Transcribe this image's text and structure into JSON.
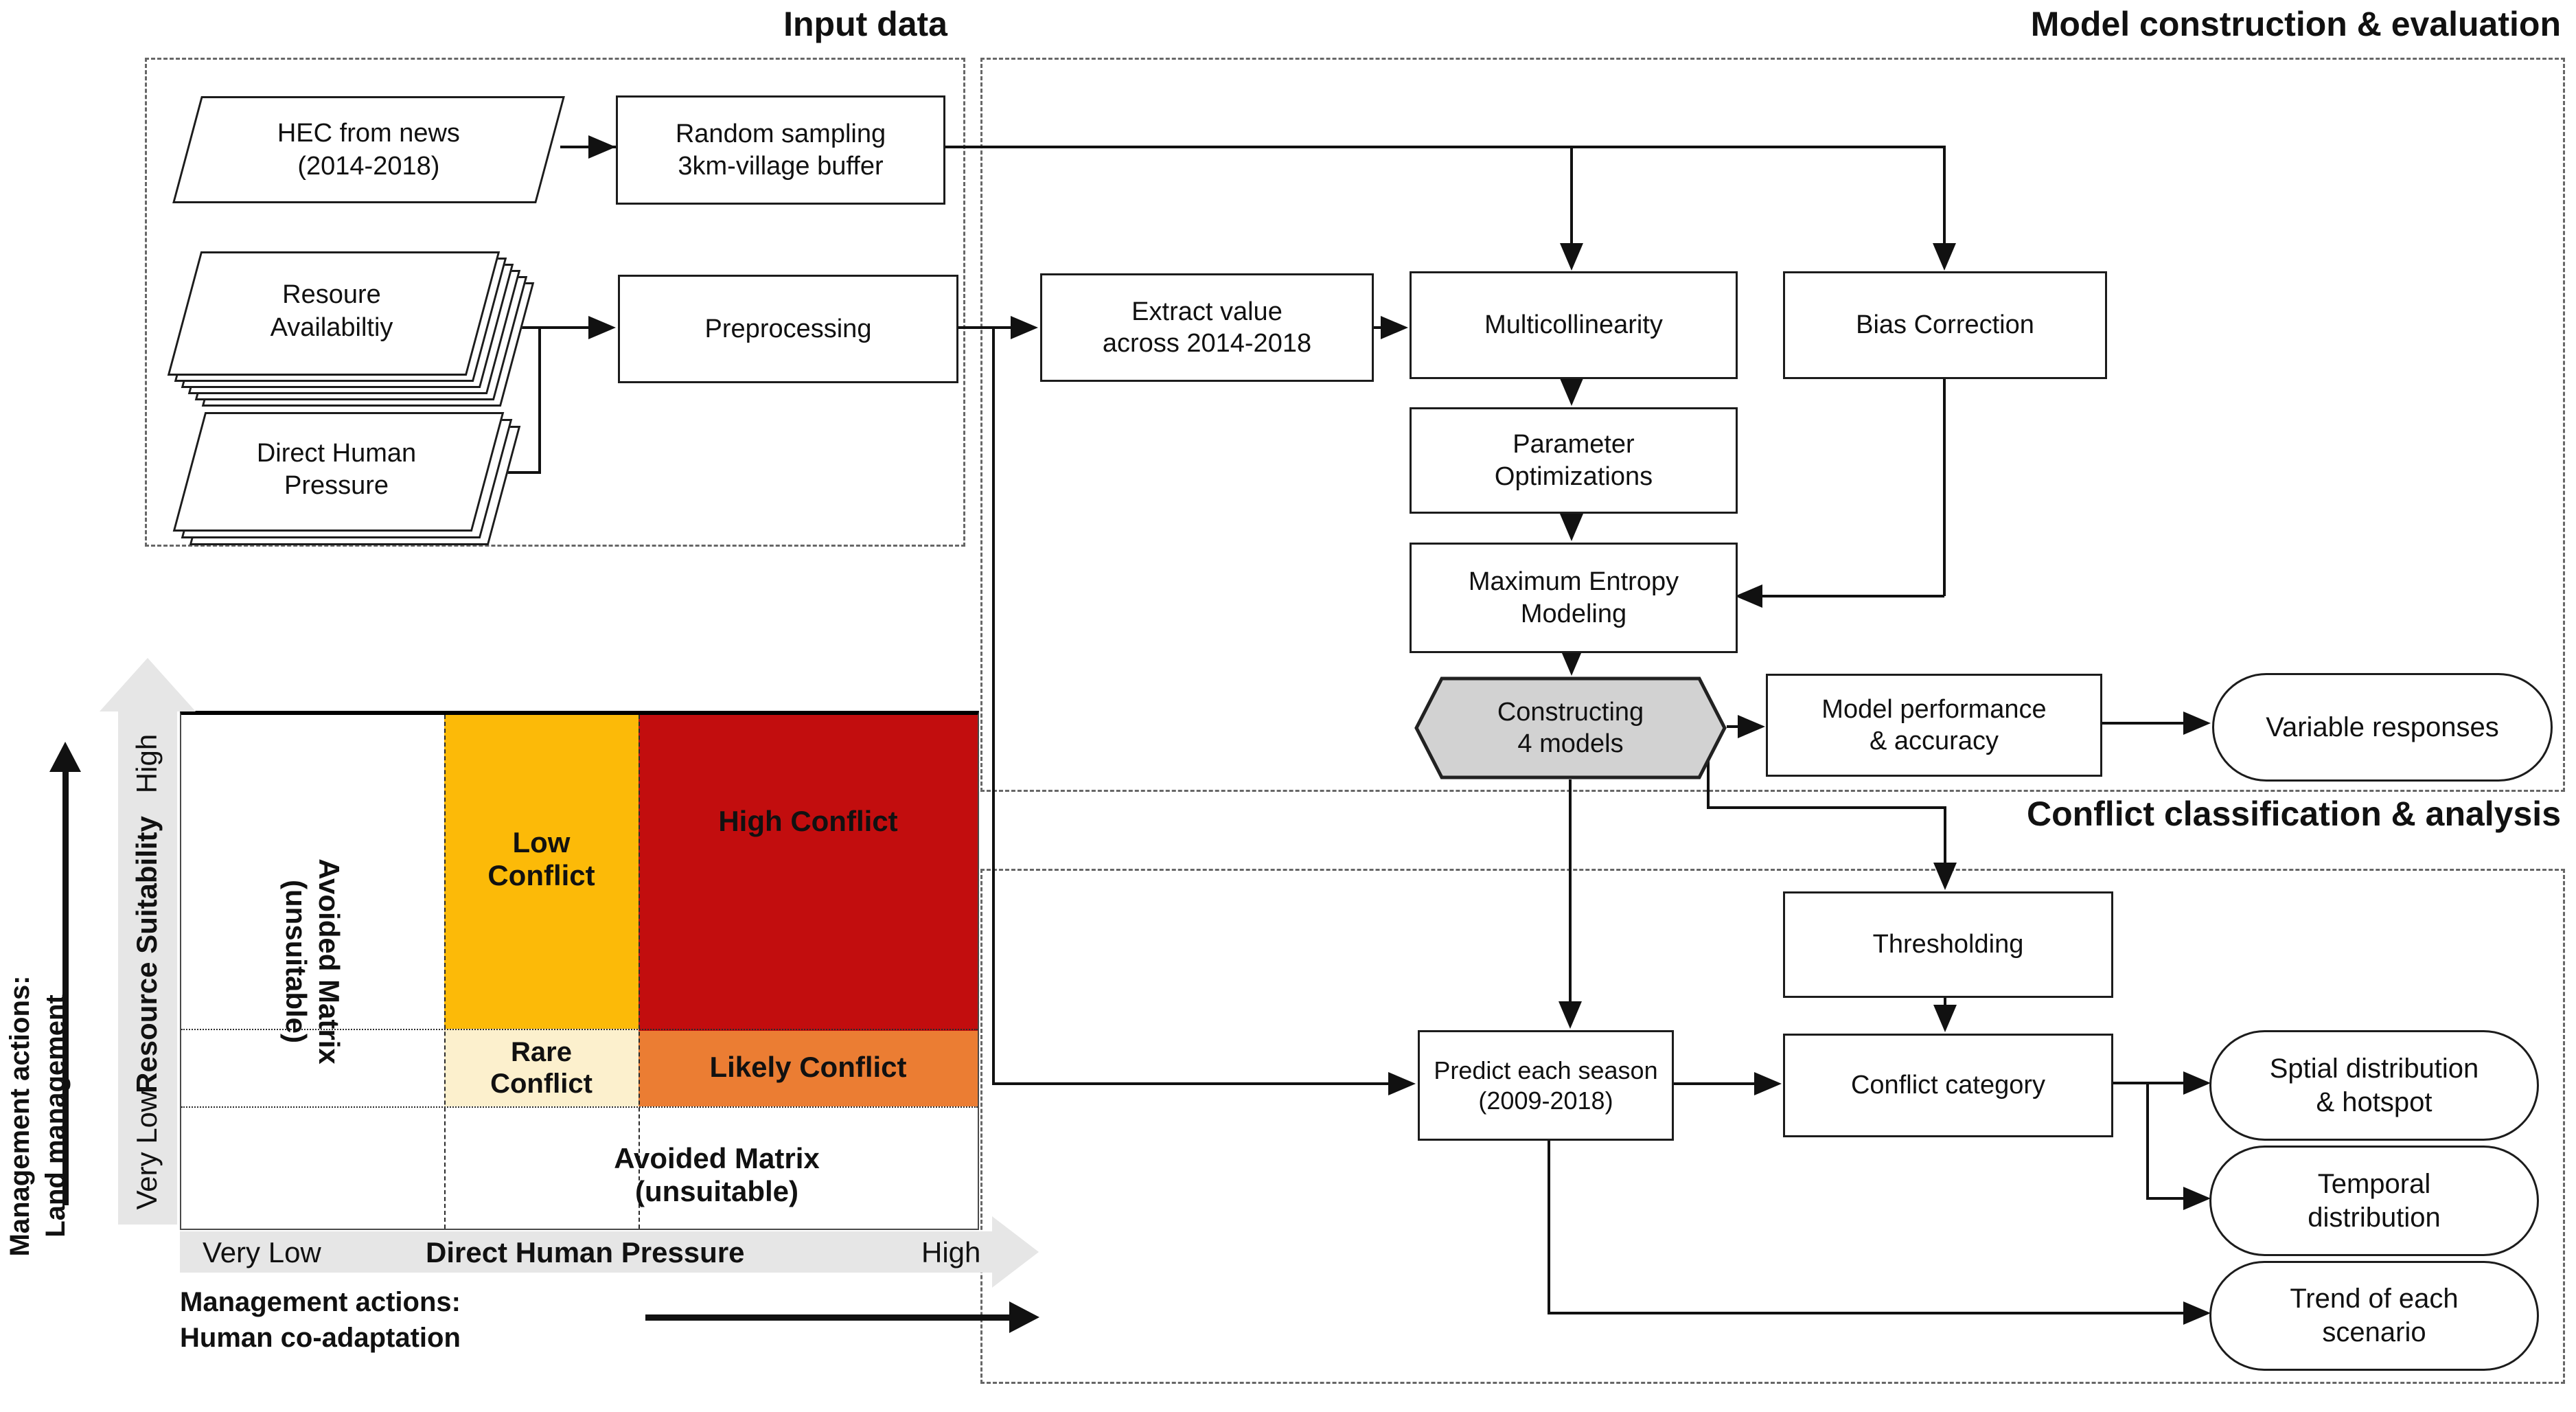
{
  "sections": {
    "input": {
      "label": "Input data"
    },
    "model": {
      "label": "Model construction & evaluation"
    },
    "conflict": {
      "label": "Conflict classification & analysis"
    }
  },
  "nodes": {
    "hec": {
      "line1": "HEC from news",
      "line2": "(2014-2018)"
    },
    "random_sampling": {
      "line1": "Random sampling",
      "line2": "3km-village buffer"
    },
    "resource": {
      "line1": "Resoure",
      "line2": "Availabiltiy"
    },
    "pressure": {
      "line1": "Direct Human",
      "line2": "Pressure"
    },
    "preprocessing": {
      "label": "Preprocessing"
    },
    "extract": {
      "line1": "Extract value",
      "line2": "across 2014-2018"
    },
    "multicollinearity": {
      "label": "Multicollinearity"
    },
    "bias": {
      "label": "Bias Correction"
    },
    "param": {
      "line1": "Parameter",
      "line2": "Optimizations"
    },
    "maxent": {
      "line1": "Maximum Entropy",
      "line2": "Modeling"
    },
    "constructing": {
      "line1": "Constructing",
      "line2": "4 models"
    },
    "performance": {
      "line1": "Model performance",
      "line2": "& accuracy"
    },
    "variable": {
      "label": "Variable responses"
    },
    "thresholding": {
      "label": "Thresholding"
    },
    "predict": {
      "line1": "Predict each season",
      "line2": "(2009-2018)"
    },
    "category": {
      "label": "Conflict category"
    },
    "spatial": {
      "line1": "Sptial distribution",
      "line2": "& hotspot"
    },
    "temporal": {
      "line1": "Temporal",
      "line2": "distribution"
    },
    "trend": {
      "line1": "Trend of each",
      "line2": "scenario"
    }
  },
  "matrix": {
    "regions": {
      "avoided_left": {
        "line1": "Avoided Matrix",
        "line2": "(unsuitable)"
      },
      "low": {
        "line1": "Low",
        "line2": "Conflict",
        "color": "#FCBA08"
      },
      "high": {
        "label": "High Conflict",
        "color": "#C20D0E"
      },
      "rare": {
        "line1": "Rare",
        "line2": "Conflict",
        "color": "#FCF0CD"
      },
      "likely": {
        "label": "Likely Conflict",
        "color": "#EB7D33"
      },
      "avoided_bottom": {
        "line1": "Avoided Matrix",
        "line2": "(unsuitable)"
      }
    },
    "y_axis": {
      "high": "High",
      "title": "Resource Suitability",
      "low": "Very Low"
    },
    "x_axis": {
      "low": "Very Low",
      "title": "Direct Human Pressure",
      "high": "High"
    },
    "left_caption": {
      "line1": "Management actions:",
      "line2": "Land management"
    },
    "bottom_caption": {
      "line1": "Management actions:",
      "line2": "Human co-adaptation"
    },
    "colors": {
      "axis_band": "#E6E6E6",
      "hexagon_fill": "#D2D2D2",
      "line": "#111111"
    }
  }
}
